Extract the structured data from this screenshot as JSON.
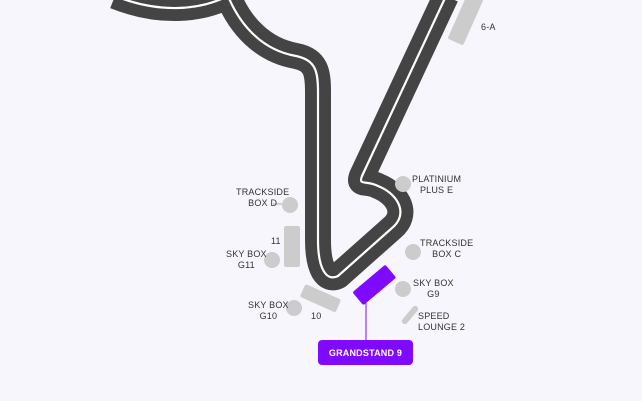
{
  "colors": {
    "background": "#f7f6fc",
    "track": "#444444",
    "track_line": "#ffffff",
    "facility": "#cccccc",
    "selected": "#8009ff",
    "label_text": "#333333"
  },
  "facilities": {
    "six_a": {
      "label": "6-A"
    },
    "platinium_plus_e": {
      "line1": "PLATINIUM",
      "line2": "PLUS E"
    },
    "trackside_box_d": {
      "line1": "TRACKSIDE",
      "line2": "BOX D"
    },
    "grandstand_11": {
      "label": "11"
    },
    "trackside_box_c": {
      "line1": "TRACKSIDE",
      "line2": "BOX C"
    },
    "sky_box_g11": {
      "line1": "SKY BOX",
      "line2": "G11"
    },
    "sky_box_g9": {
      "line1": "SKY BOX",
      "line2": "G9"
    },
    "sky_box_g10": {
      "line1": "SKY BOX",
      "line2": "G10"
    },
    "grandstand_10": {
      "label": "10"
    },
    "speed_lounge_2": {
      "line1": "SPEED",
      "line2": "LOUNGE 2"
    },
    "grandstand_9": {
      "label": "GRANDSTAND 9",
      "selected": true
    }
  }
}
